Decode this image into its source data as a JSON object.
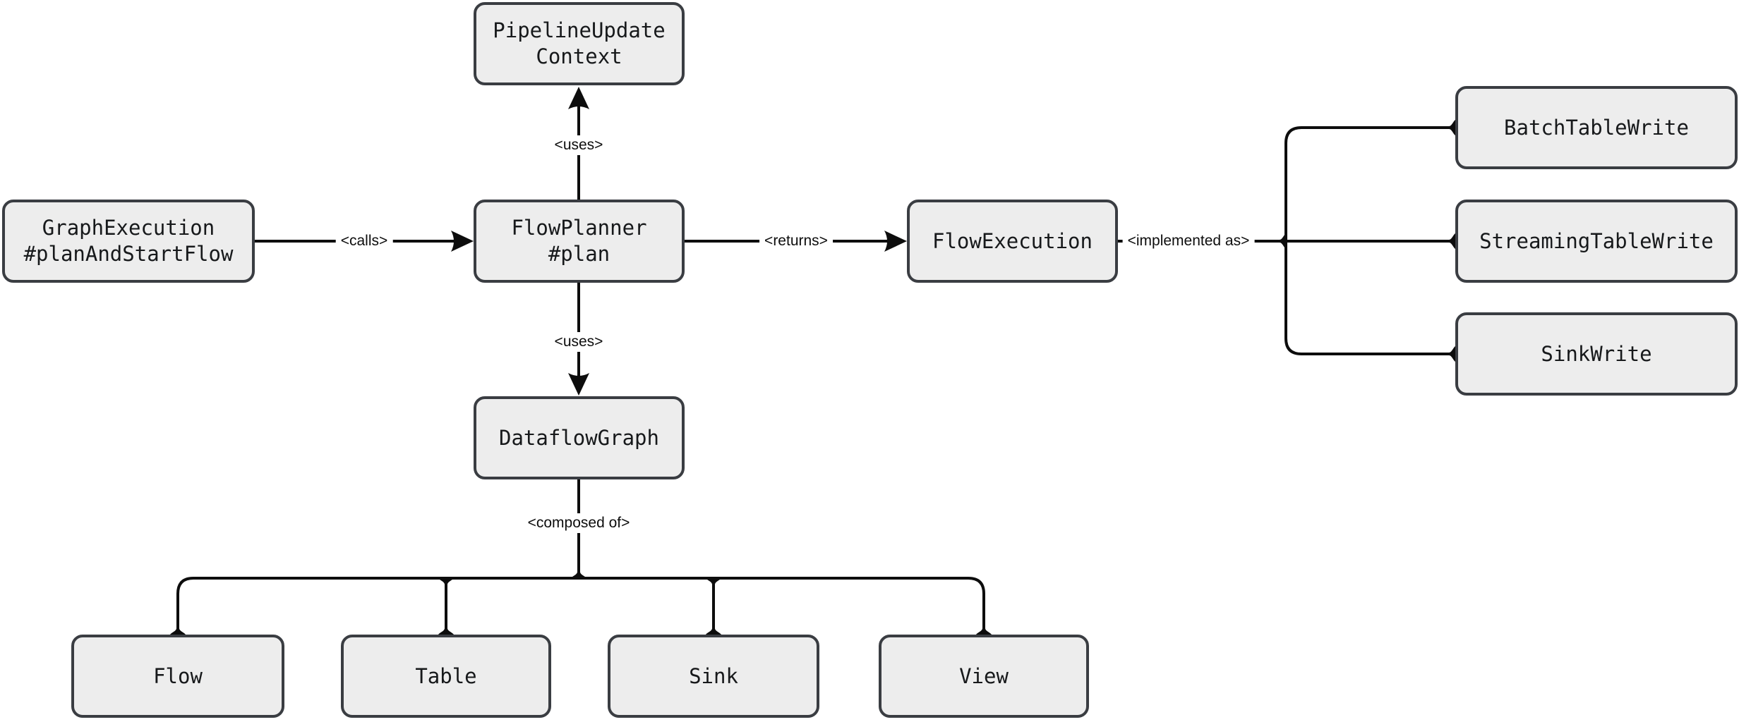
{
  "diagram": {
    "title": "FlowPlanner pipeline planning diagram",
    "colors": {
      "background": "#ffffff",
      "node_fill": "#ededed",
      "node_border": "#3a3d42",
      "edge_line": "#0d0d0d",
      "text": "#17191b"
    },
    "nodes": [
      {
        "id": "graph-execution",
        "label": "GraphExecution\n#planAndStartFlow"
      },
      {
        "id": "flow-planner",
        "label": "FlowPlanner\n#plan"
      },
      {
        "id": "pipeline-update-context",
        "label": "PipelineUpdate\nContext"
      },
      {
        "id": "dataflow-graph",
        "label": "DataflowGraph"
      },
      {
        "id": "flow-execution",
        "label": "FlowExecution"
      },
      {
        "id": "batch-table-write",
        "label": "BatchTableWrite"
      },
      {
        "id": "streaming-table-write",
        "label": "StreamingTableWrite"
      },
      {
        "id": "sink-write",
        "label": "SinkWrite"
      },
      {
        "id": "flow",
        "label": "Flow"
      },
      {
        "id": "table",
        "label": "Table"
      },
      {
        "id": "sink",
        "label": "Sink"
      },
      {
        "id": "view",
        "label": "View"
      }
    ],
    "edge_labels": [
      {
        "id": "calls",
        "text": "<calls>"
      },
      {
        "id": "returns",
        "text": "<returns>"
      },
      {
        "id": "uses-top",
        "text": "<uses>"
      },
      {
        "id": "uses-bottom",
        "text": "<uses>"
      },
      {
        "id": "implemented-as",
        "text": "<implemented as>"
      },
      {
        "id": "composed-of",
        "text": "<composed of>"
      }
    ],
    "edges": [
      {
        "from": "graph-execution",
        "to": "flow-planner",
        "label": "<calls>",
        "directed": true
      },
      {
        "from": "flow-planner",
        "to": "flow-execution",
        "label": "<returns>",
        "directed": true
      },
      {
        "from": "flow-planner",
        "to": "pipeline-update-context",
        "label": "<uses>",
        "directed": true
      },
      {
        "from": "flow-planner",
        "to": "dataflow-graph",
        "label": "<uses>",
        "directed": true
      },
      {
        "from": "flow-execution",
        "to": "batch-table-write",
        "label": "<implemented as>",
        "directed": false
      },
      {
        "from": "flow-execution",
        "to": "streaming-table-write",
        "label": "<implemented as>",
        "directed": false
      },
      {
        "from": "flow-execution",
        "to": "sink-write",
        "label": "<implemented as>",
        "directed": false
      },
      {
        "from": "dataflow-graph",
        "to": "flow",
        "label": "<composed of>",
        "directed": false
      },
      {
        "from": "dataflow-graph",
        "to": "table",
        "label": "<composed of>",
        "directed": false
      },
      {
        "from": "dataflow-graph",
        "to": "sink",
        "label": "<composed of>",
        "directed": false
      },
      {
        "from": "dataflow-graph",
        "to": "view",
        "label": "<composed of>",
        "directed": false
      }
    ]
  }
}
